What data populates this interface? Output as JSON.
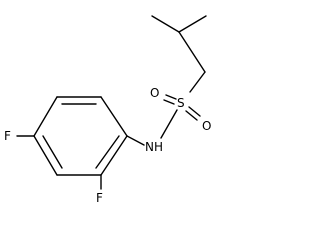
{
  "molecule": {
    "atoms": {
      "sulfur": "S",
      "oxygen_top": "O",
      "oxygen_bottom": "O",
      "nitrogen_h": "NH",
      "fluorine_left": "F",
      "fluorine_bottom": "F"
    },
    "colors": {
      "bonds": "#000000",
      "labels": "#000000",
      "background": "#ffffff"
    }
  }
}
